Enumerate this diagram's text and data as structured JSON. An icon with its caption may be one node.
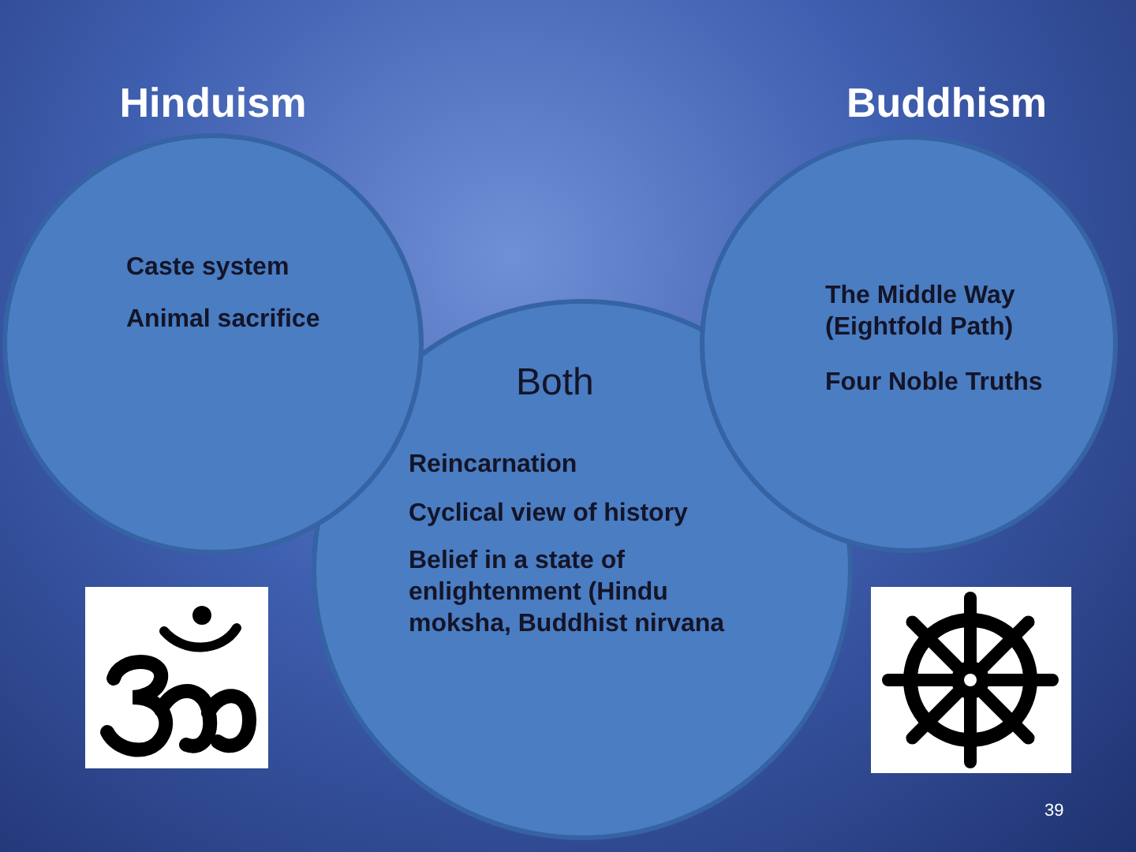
{
  "diagram": {
    "nodes": [
      {
        "text": [
          "Hinduism",
          "Caste system",
          "Animal sacrifice"
        ]
      },
      {
        "text": [
          "Both",
          "Reincarnation",
          "Cyclical view of history",
          "Belief in a state of enlightenment (Hindu moksha, Buddhist nirvana"
        ]
      },
      {
        "text": [
          "Buddhism",
          "The Middle Way (Eightfold Path)",
          "Four Noble Truths"
        ]
      }
    ],
    "edges": [],
    "labels": [
      "39"
    ]
  }
}
